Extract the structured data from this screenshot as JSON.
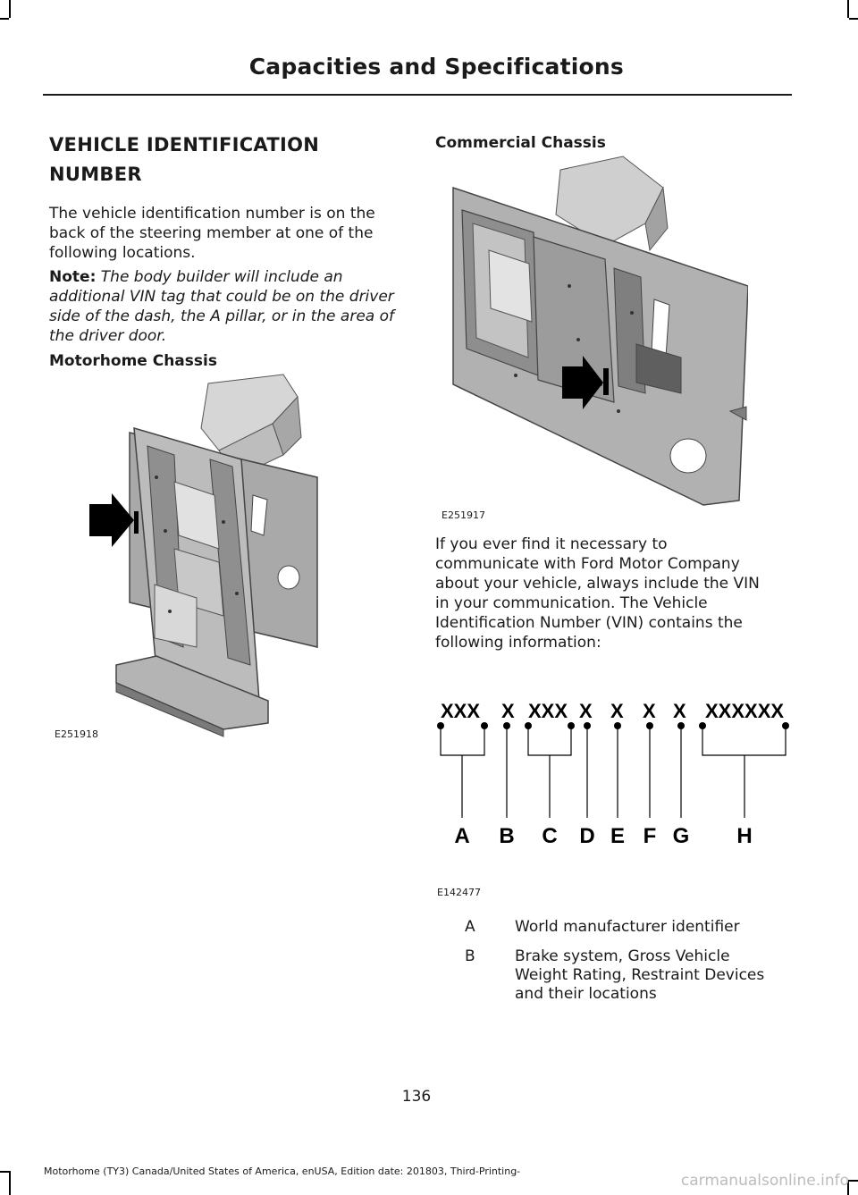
{
  "header": {
    "title": "Capacities and Specifications"
  },
  "section": {
    "title": "VEHICLE IDENTIFICATION NUMBER",
    "intro": "The vehicle identification number is on the back of the steering member at one of the following locations.",
    "note_label": "Note:",
    "note_text": "The body builder will include an additional VIN tag that could be on the driver side of the dash, the A pillar, or in the area of the driver door."
  },
  "motorhome_figure": {
    "heading": "Motorhome Chassis",
    "code": "E251918",
    "arrow_icon": "arrow-right-icon"
  },
  "commercial_figure": {
    "heading": "Commercial Chassis",
    "code": "E251917",
    "arrow_icon": "arrow-right-icon"
  },
  "vin_paragraph": "If you ever find it necessary to communicate with Ford Motor Company about your vehicle, always include the VIN in your communication. The Vehicle Identification Number (VIN) contains the following information:",
  "vin_diagram": {
    "code": "E142477",
    "groups": [
      "XXX",
      "X",
      "XXX",
      "X",
      "X",
      "X",
      "X",
      "XXXXXX"
    ],
    "labels": [
      "A",
      "B",
      "C",
      "D",
      "E",
      "F",
      "G",
      "H"
    ]
  },
  "legend": [
    {
      "key": "A",
      "value": "World manufacturer identifier"
    },
    {
      "key": "B",
      "value": "Brake system, Gross Vehicle Weight Rating, Restraint Devices and their locations"
    }
  ],
  "footer": {
    "page_number": "136",
    "text": "Motorhome (TY3) Canada/United States of America, enUSA, Edition date: 201803, Third-Printing-",
    "watermark": "carmanualsonline.info"
  }
}
